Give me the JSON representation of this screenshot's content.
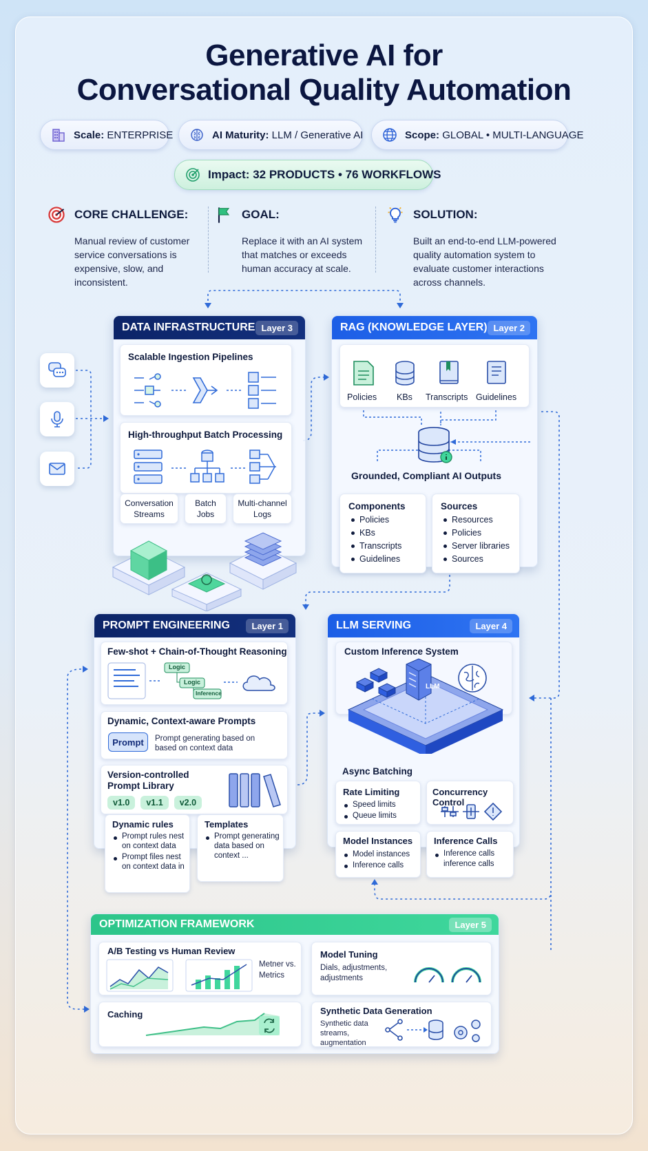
{
  "title_line1": "Generative AI for",
  "title_line2": "Conversational Quality Automation",
  "pills": {
    "scale": {
      "label": "Scale:",
      "value": "ENTERPRISE"
    },
    "maturity": {
      "label": "AI Maturity:",
      "value": "LLM / Generative AI"
    },
    "scope": {
      "label": "Scope:",
      "value": "GLOBAL • MULTI-LANGUAGE"
    },
    "impact": {
      "label": "Impact:",
      "value": "32 PRODUCTS • 76 WORKFLOWS"
    }
  },
  "challenge": {
    "title": "CORE CHALLENGE:",
    "text": "Manual review of customer service conversations is expensive, slow, and inconsistent."
  },
  "goal": {
    "title": "GOAL:",
    "text": "Replace it with an AI system that matches or exceeds human accuracy at scale."
  },
  "solution": {
    "title": "SOLUTION:",
    "text": "Built an end-to-end LLM-powered quality automation system to evaluate customer interactions across channels."
  },
  "data_infra": {
    "title": "DATA INFRASTRUCTURE",
    "layer": "Layer 3",
    "ingestion": "Scalable Ingestion Pipelines",
    "batch": "High-throughput Batch Processing",
    "boxes": [
      "Conversation Streams",
      "Batch Jobs",
      "Multi-channel Logs"
    ]
  },
  "rag": {
    "title": "RAG (KNOWLEDGE LAYER)",
    "layer": "Layer 2",
    "icons": [
      "Policies",
      "KBs",
      "Transcripts",
      "Guidelines"
    ],
    "grounded": "Grounded, Compliant AI Outputs",
    "components_title": "Components",
    "components": [
      "Policies",
      "KBs",
      "Transcripts",
      "Guidelines"
    ],
    "sources_title": "Sources",
    "sources": [
      "Resources",
      "Policies",
      "Server libraries",
      "Sources"
    ]
  },
  "prompt": {
    "title": "PROMPT ENGINEERING",
    "layer": "Layer 1",
    "fewshot": "Few-shot + Chain-of-Thought Reasoning",
    "logic1": "Logic",
    "logic2": "Logic",
    "inference": "Inference",
    "dynamic_title": "Dynamic, Context-aware Prompts",
    "prompt_tag": "Prompt",
    "dynamic_text": "Prompt generating based on based on context data",
    "library_title": "Version-controlled Prompt Library",
    "versions": [
      "v1.0",
      "v1.1",
      "v2.0"
    ],
    "rules_title": "Dynamic rules",
    "rules": [
      "Prompt rules nest on context data",
      "Prompt files nest on context data in"
    ],
    "templates_title": "Templates",
    "templates": [
      "Prompt generating data based on context ..."
    ]
  },
  "llm": {
    "title": "LLM SERVING",
    "layer": "Layer 4",
    "custom": "Custom Inference System",
    "llm_label": "LLM",
    "async": "Async Batching",
    "rate_title": "Rate Limiting",
    "rate": [
      "Speed limits",
      "Queue limits"
    ],
    "conc_title": "Concurrency Control",
    "models_title": "Model Instances",
    "models": [
      "Model instances",
      "Inference calls"
    ],
    "calls_title": "Inference Calls",
    "calls": [
      "Inference calls inference calls"
    ]
  },
  "opt": {
    "title": "OPTIMIZATION FRAMEWORK",
    "layer": "Layer 5",
    "ab_title": "A/B Testing vs Human Review",
    "metner": "Metner vs. Metrics",
    "tuning_title": "Model Tuning",
    "tuning_text": "Dials, adjustments, adjustments",
    "caching": "Caching",
    "synth_title": "Synthetic Data Generation",
    "synth_text": "Synthetic data streams, augmentation"
  }
}
